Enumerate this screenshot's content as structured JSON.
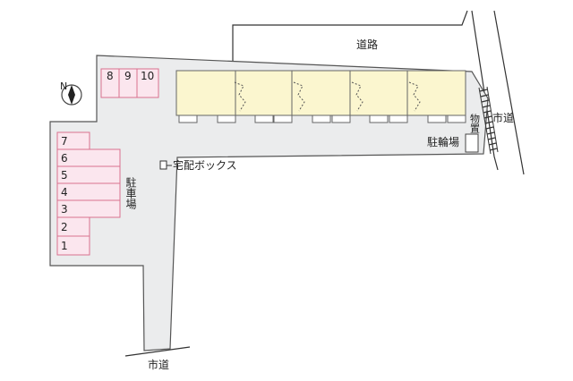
{
  "map": {
    "colors": {
      "lot": "#ebeced",
      "outline": "#555555",
      "building": "#fbf6cf",
      "parking_fill": "#fbe6ee",
      "parking_stroke": "#d9718f",
      "road_line": "#333333"
    },
    "road_top_label": "道路",
    "road_right_label": "市道",
    "road_bottom_label": "市道",
    "storage_label": "物置",
    "bicycle_label": "駐輪場",
    "parcel_box_label": "宅配ボックス",
    "parking_label": "駐車場",
    "compass_label": "N",
    "compass_icon": "north-arrow-icon",
    "parking_left": [
      "7",
      "6",
      "5",
      "4",
      "3",
      "2",
      "1"
    ],
    "parking_top": [
      "8",
      "9",
      "10"
    ],
    "building_units": 5
  }
}
